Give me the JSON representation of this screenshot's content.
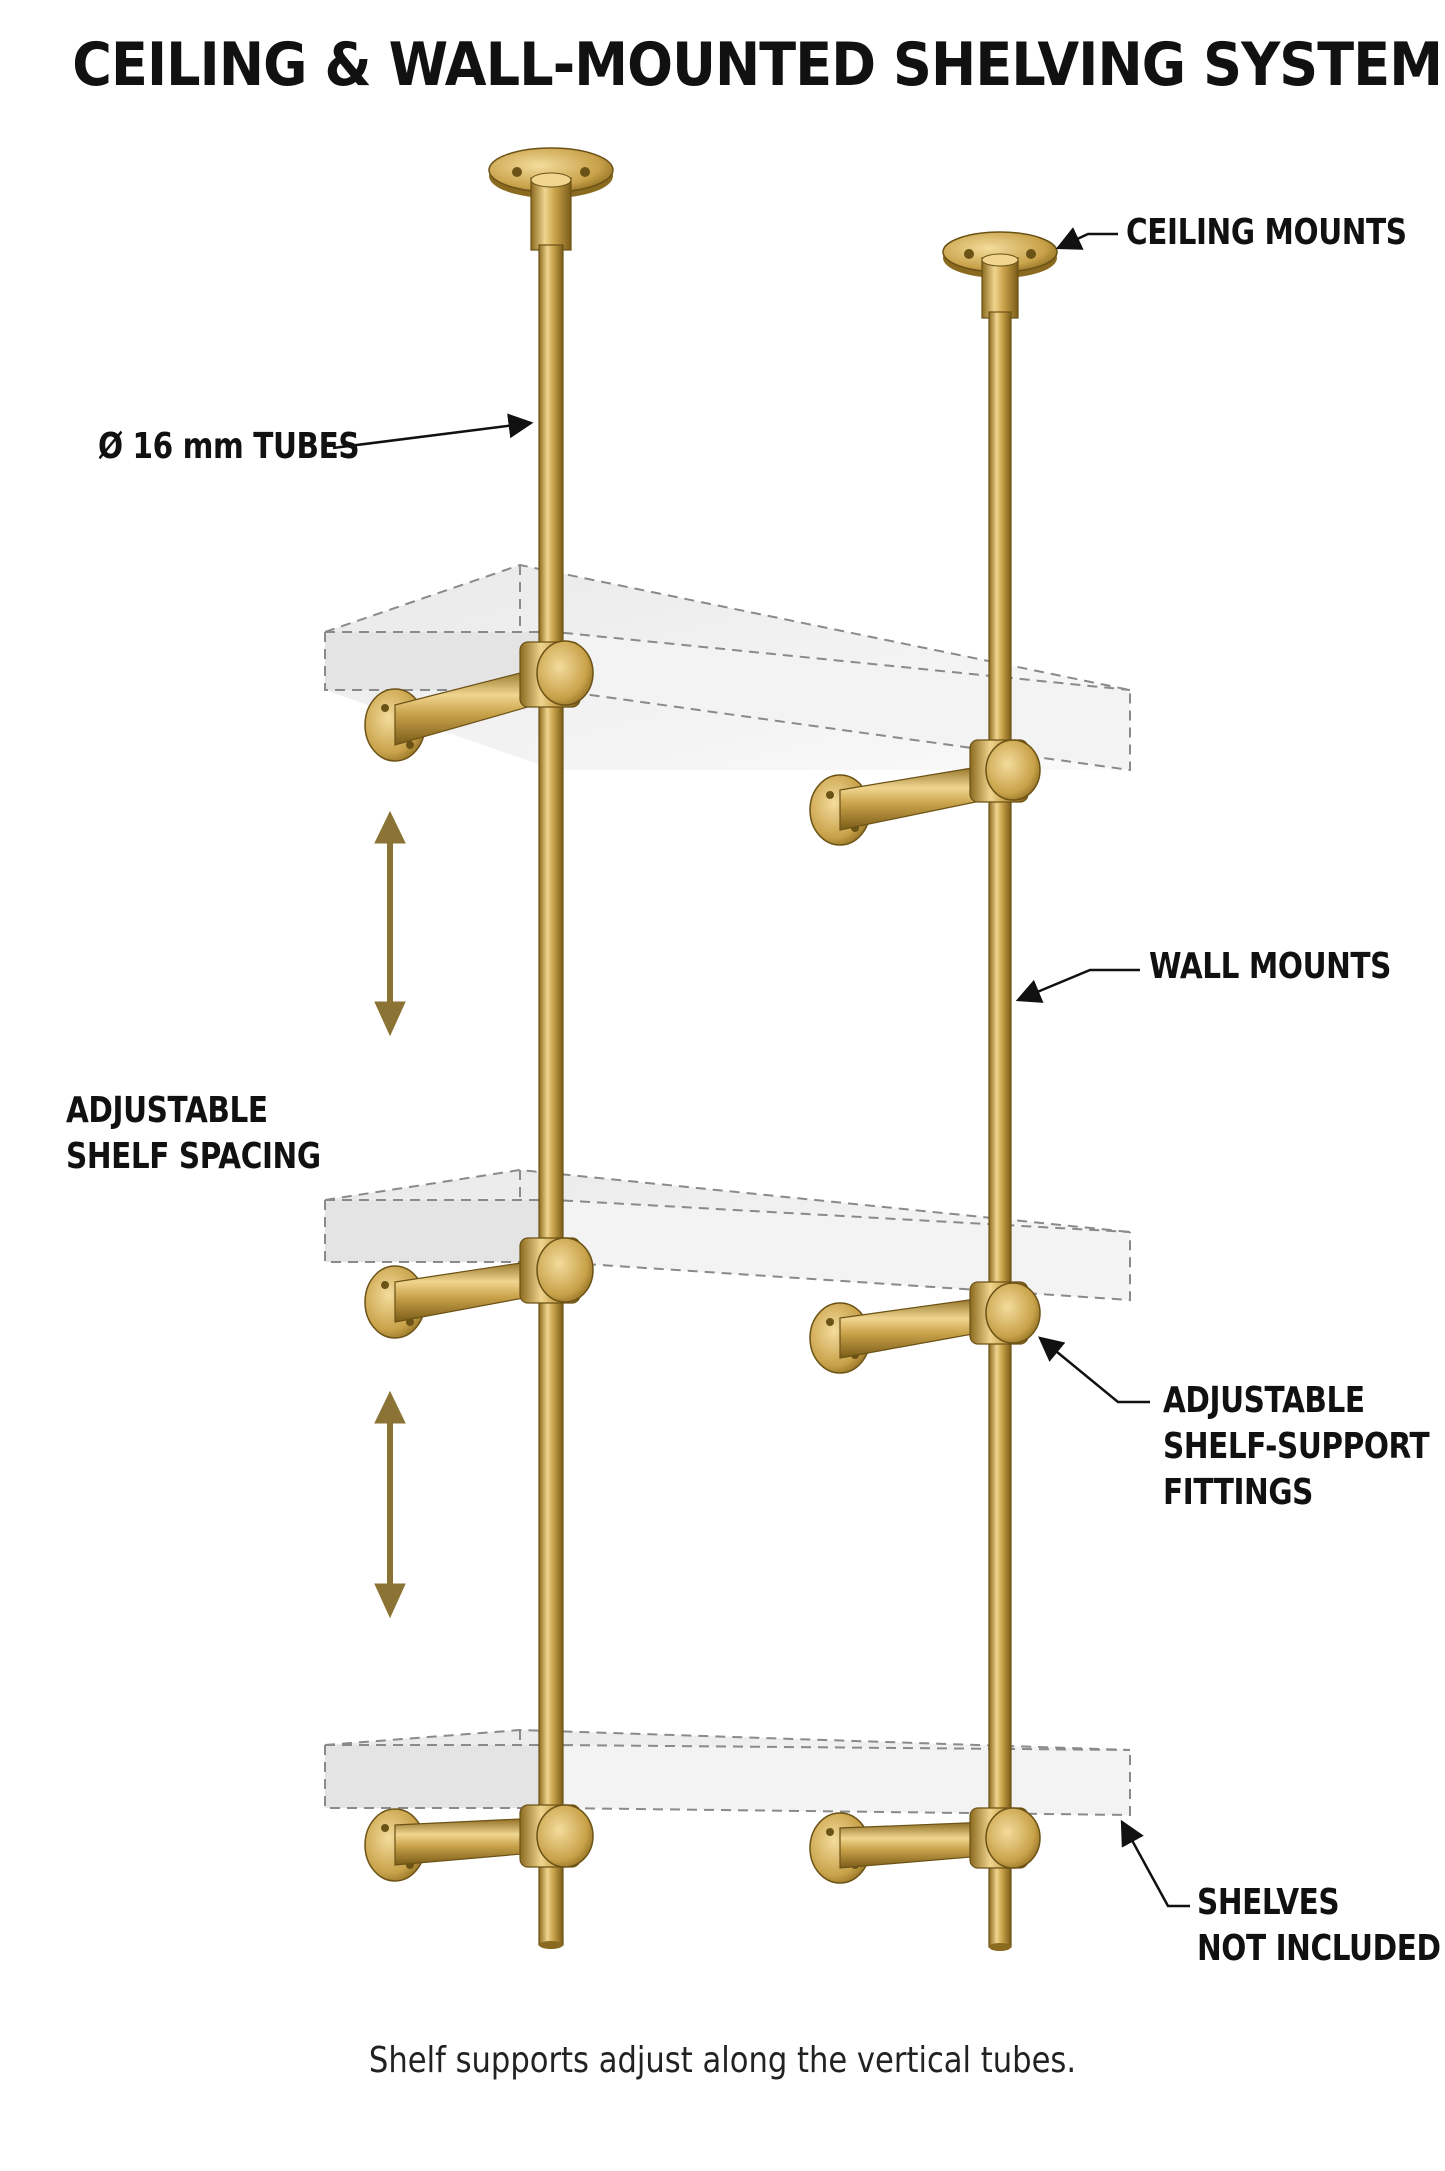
{
  "title": "CEILING & WALL-MOUNTED SHELVING SYSTEM",
  "labels": {
    "tubes": "Ø 16 mm TUBES",
    "ceiling_mounts": "CEILING MOUNTS",
    "wall_mounts": "WALL MOUNTS",
    "adjustable_spacing": [
      "ADJUSTABLE",
      "SHELF SPACING"
    ],
    "fittings": [
      "ADJUSTABLE",
      "SHELF-SUPPORT",
      "FITTINGS"
    ],
    "shelves": [
      "SHELVES",
      "NOT INCLUDED"
    ]
  },
  "caption": "Shelf supports adjust along the vertical tubes.",
  "colors": {
    "brass": "#c9a24a",
    "brass_dark": "#8a6a1e",
    "brass_light": "#ecd08a",
    "arrow": "#8b7335",
    "shelf_fill": "#eeeeee",
    "shelf_outline": "#8a8a8a"
  },
  "icons": [
    "double-arrow-icon",
    "leader-arrow-icon"
  ]
}
